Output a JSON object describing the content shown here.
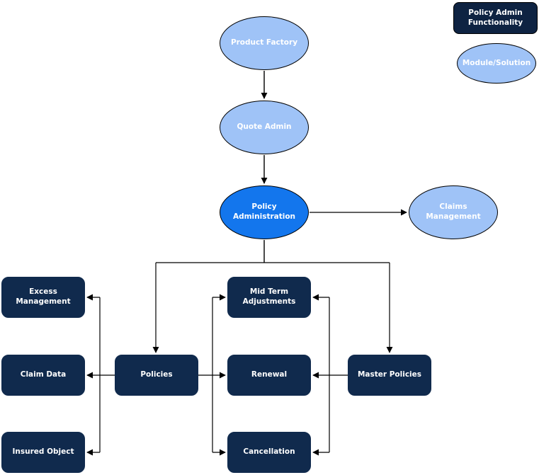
{
  "colors": {
    "module_fill": "#9FC3F7",
    "highlight_fill": "#1376ED",
    "function_fill": "#102A4D",
    "legend_fill": "#0E2342",
    "node_border": "#000000",
    "text_color": "#FFFFFF",
    "edge_color": "#000000",
    "stub_color": "#4A4A4A"
  },
  "legend": {
    "functionality": "Policy Admin Functionality",
    "module": "Module/Solution"
  },
  "nodes": {
    "product_factory": "Product Factory",
    "quote_admin": "Quote Admin",
    "policy_administration": "Policy Administration",
    "claims_management": "Claims Management",
    "excess_management": "Excess Management",
    "claim_data": "Claim Data",
    "insured_object": "Insured Object",
    "policies": "Policies",
    "mid_term_adjustments": "Mid Term Adjustments",
    "renewal": "Renewal",
    "cancellation": "Cancellation",
    "master_policies": "Master Policies"
  },
  "edges": [
    {
      "from": "Product Factory",
      "to": "Quote Admin"
    },
    {
      "from": "Quote Admin",
      "to": "Policy Administration"
    },
    {
      "from": "Policy Administration",
      "to": "Claims Management"
    },
    {
      "from": "Policy Administration",
      "to": "Policies"
    },
    {
      "from": "Policy Administration",
      "to": "Master Policies"
    },
    {
      "from": "Policies",
      "to": "Excess Management"
    },
    {
      "from": "Policies",
      "to": "Claim Data"
    },
    {
      "from": "Policies",
      "to": "Insured Object"
    },
    {
      "from": "Policies",
      "to": "Mid Term Adjustments"
    },
    {
      "from": "Policies",
      "to": "Renewal"
    },
    {
      "from": "Policies",
      "to": "Cancellation"
    },
    {
      "from": "Master Policies",
      "to": "Mid Term Adjustments"
    },
    {
      "from": "Master Policies",
      "to": "Renewal"
    },
    {
      "from": "Master Policies",
      "to": "Cancellation"
    }
  ]
}
